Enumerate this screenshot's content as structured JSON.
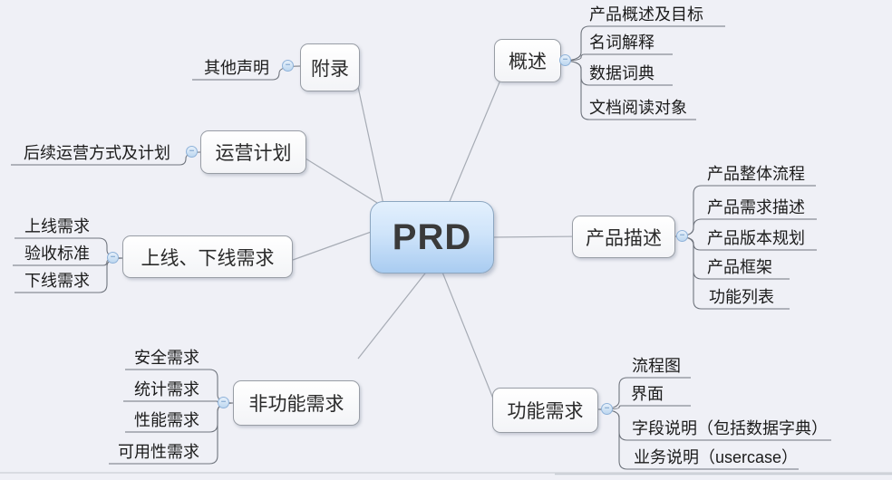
{
  "root": {
    "label": "PRD"
  },
  "branches": [
    {
      "label": "概述",
      "children": [
        "产品概述及目标",
        "名词解释",
        "数据词典",
        "文档阅读对象"
      ]
    },
    {
      "label": "产品描述",
      "children": [
        "产品整体流程",
        "产品需求描述",
        "产品版本规划",
        "产品框架",
        "功能列表"
      ]
    },
    {
      "label": "功能需求",
      "children": [
        "流程图",
        "界面",
        "字段说明（包括数据字典）",
        "业务说明（usercase）"
      ]
    },
    {
      "label": "非功能需求",
      "children": [
        "安全需求",
        "统计需求",
        "性能需求",
        "可用性需求"
      ]
    },
    {
      "label": "上线、下线需求",
      "children": [
        "上线需求",
        "验收标准",
        "下线需求"
      ]
    },
    {
      "label": "运营计划",
      "children": [
        "后续运营方式及计划"
      ]
    },
    {
      "label": "附录",
      "children": [
        "其他声明"
      ]
    }
  ],
  "collapse_button_glyph": "−",
  "colors": {
    "background": "#eff0f6",
    "central_fill_top": "#e3f0fd",
    "central_fill_bottom": "#a9ccf1",
    "central_border": "#8ca6c0",
    "topic_border": "#989da5",
    "branch_line": "#6f747d",
    "center_line": "#a6abb4",
    "collapse_fill": "#bdd7f0",
    "collapse_border": "#8fb2d9",
    "text": "#222222"
  }
}
